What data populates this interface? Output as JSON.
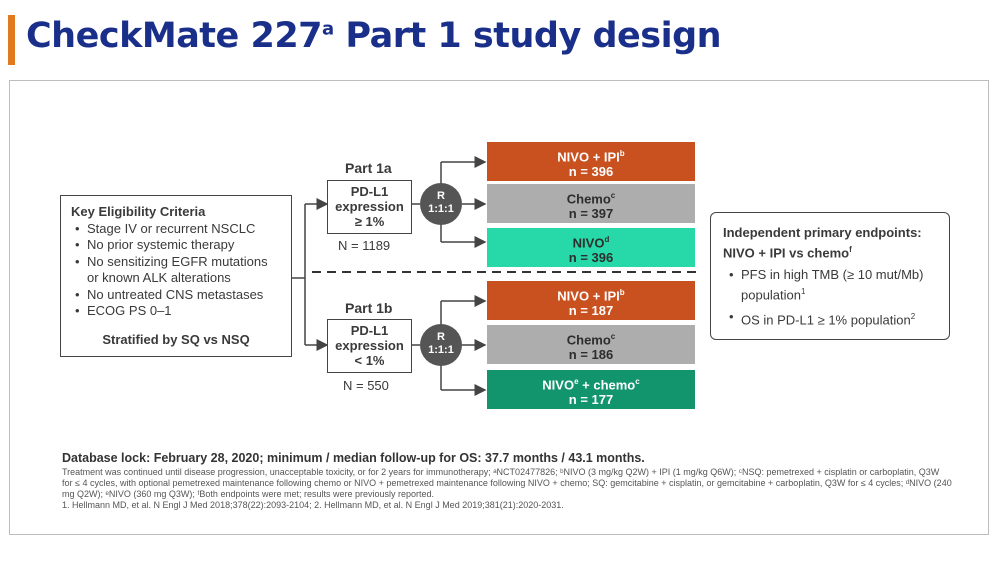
{
  "title": {
    "main": "CheckMate 227",
    "sup": "a",
    "rest": " Part 1 study design"
  },
  "eligibility": {
    "header": "Key Eligibility Criteria",
    "items": [
      "Stage IV or recurrent NSCLC",
      "No prior systemic therapy",
      "No sensitizing EGFR mutations or known ALK alterations",
      "No untreated CNS metastases",
      "ECOG PS 0–1"
    ],
    "stratified": "Stratified by SQ vs NSQ"
  },
  "part1a": {
    "label": "Part 1a",
    "pdl1_line1": "PD-L1",
    "pdl1_line2": "expression",
    "pdl1_line3": "≥ 1%",
    "n": "N = 1189",
    "rand_line1": "R",
    "rand_line2": "1:1:1",
    "arms": [
      {
        "label": "NIVO + IPI",
        "sup": "b",
        "n": "n = 396"
      },
      {
        "label": "Chemo",
        "sup": "c",
        "n": "n = 397"
      },
      {
        "label": "NIVO",
        "sup": "d",
        "n": "n = 396"
      }
    ]
  },
  "part1b": {
    "label": "Part 1b",
    "pdl1_line1": "PD-L1",
    "pdl1_line2": "expression",
    "pdl1_line3": "< 1%",
    "n": "N = 550",
    "rand_line1": "R",
    "rand_line2": "1:1:1",
    "arms": [
      {
        "label": "NIVO + IPI",
        "sup": "b",
        "n": "n = 187"
      },
      {
        "label": "Chemo",
        "sup": "c",
        "n": "n = 186"
      },
      {
        "label": "NIVO",
        "sup": "e",
        "label2": " + chemo",
        "sup2": "c",
        "n": "n = 177"
      }
    ]
  },
  "endpoints": {
    "header_line1": "Independent primary endpoints:",
    "header_line2": "NIVO + IPI vs chemo",
    "header_sup": "f",
    "items": [
      {
        "text": "PFS in high TMB (≥ 10 mut/Mb) population",
        "sup": "1"
      },
      {
        "text": "OS in PD-L1 ≥ 1% population",
        "sup": "2"
      }
    ]
  },
  "database_lock": "Database lock: February 28, 2020; minimum / median follow-up for OS: 37.7 months / 43.1 months.",
  "footnote": "Treatment was continued until disease progression, unacceptable toxicity, or for 2 years for immunotherapy; ᵃNCT02477826; ᵇNIVO (3 mg/kg Q2W) + IPI (1 mg/kg Q6W); ᶜNSQ: pemetrexed + cisplatin or carboplatin, Q3W for ≤ 4 cycles, with optional pemetrexed maintenance following chemo or NIVO + pemetrexed maintenance following NIVO + chemo; SQ: gemcitabine + cisplatin, or gemcitabine + carboplatin, Q3W for ≤ 4 cycles; ᵈNIVO (240 mg Q2W); ᵉNIVO (360 mg Q3W); ᶠBoth endpoints were met; results were previously reported.",
  "references": "1. Hellmann MD, et al. N Engl J Med 2018;378(22):2093-2104; 2. Hellmann MD, et al. N Engl J Med 2019;381(21):2020-2031.",
  "colors": {
    "title": "#1a2f8a",
    "accent": "#e07a1f",
    "nivo_ipi": "#c9501f",
    "chemo": "#adadad",
    "nivo": "#27d9a8",
    "nivo_chemo": "#12946c"
  }
}
